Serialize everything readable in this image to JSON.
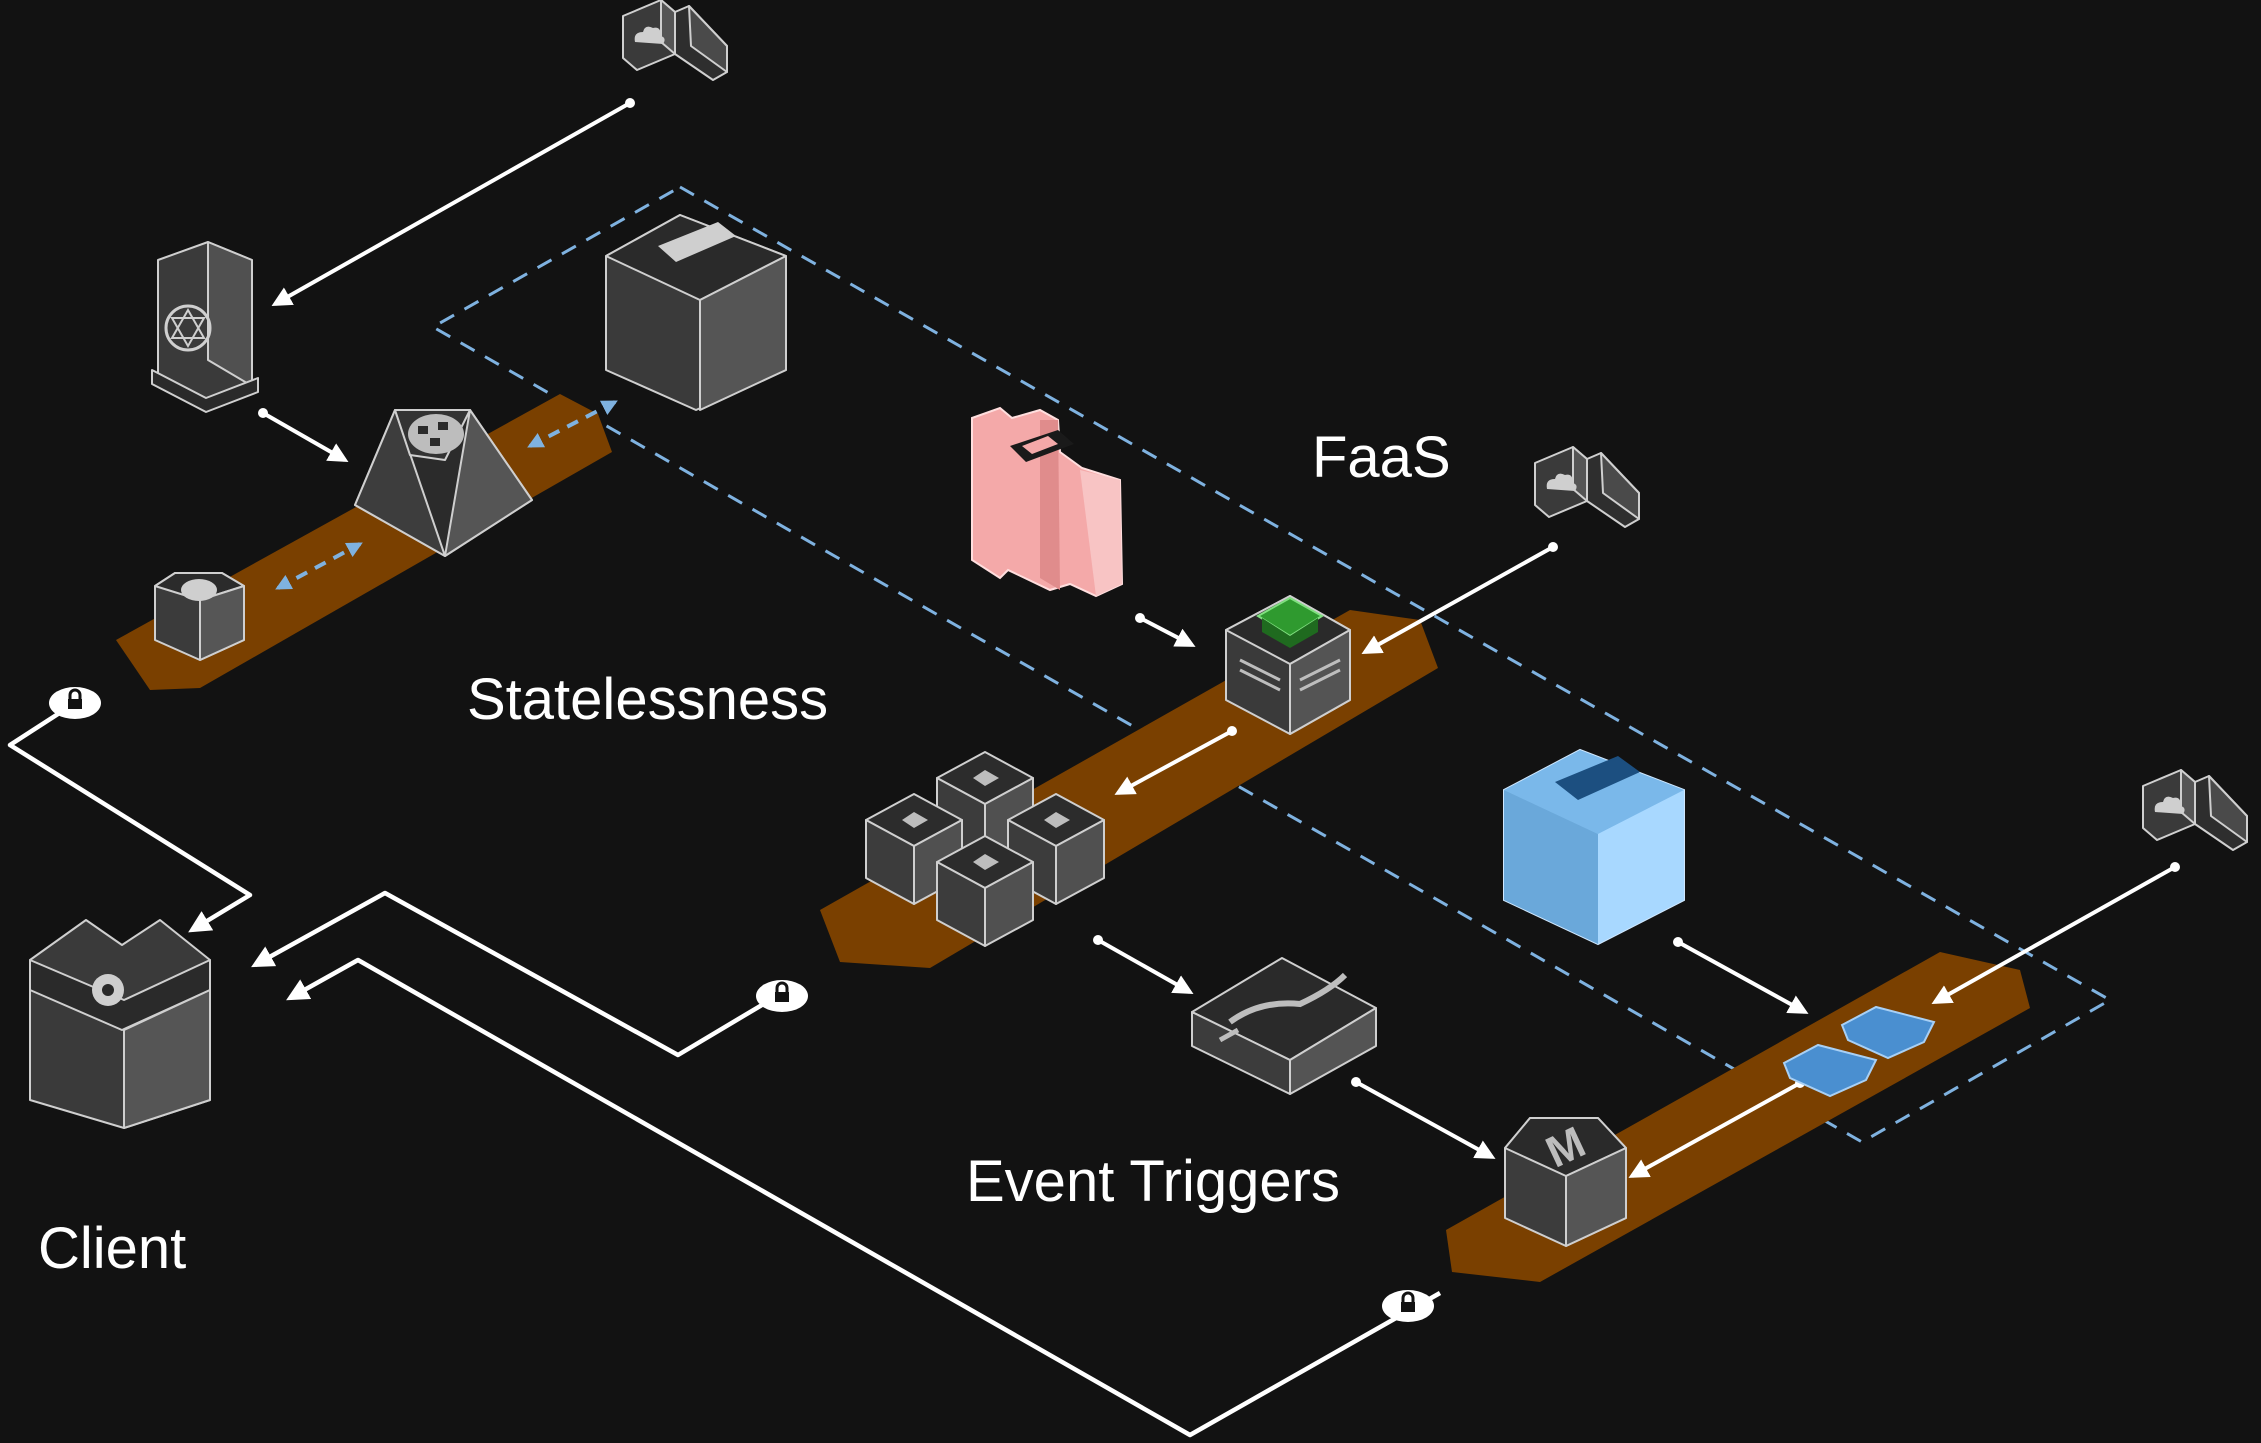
{
  "labels": {
    "faas": "FaaS",
    "statelessness": "Statelessness",
    "event_triggers": "Event Triggers",
    "client": "Client",
    "logo_letter": "M"
  },
  "colors": {
    "background": "#121212",
    "platform": "#7a4000",
    "boundary_dash": "#7fb2e0",
    "function_green": "#2f9a2f",
    "database_pink": "#f4a9a9",
    "storage_blue": "#8cc8f5",
    "queue_blue": "#4a8fd0",
    "node_dark": "#333333",
    "wire": "#ffffff"
  },
  "icons": [
    "cloud-icon",
    "network-icon",
    "api-gateway-icon",
    "cache-icon",
    "lock-icon",
    "calendar-icon",
    "gear-icon",
    "document-icon"
  ]
}
